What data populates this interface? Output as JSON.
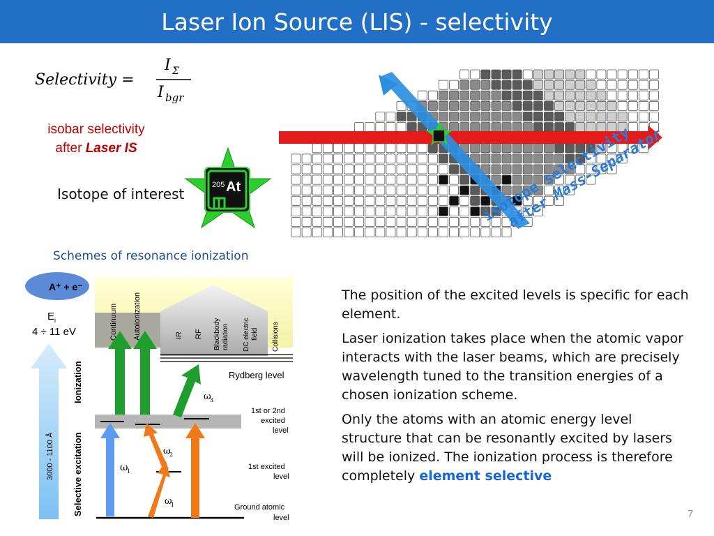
{
  "header": {
    "title": "Laser Ion Source (LIS) - selectivity"
  },
  "formula": {
    "lhs": "Selectivity =",
    "numerator": "I",
    "numerator_sub": "Σ",
    "denominator": "I",
    "denominator_sub": "bgr"
  },
  "isobar_label": {
    "line1": "isobar selectivity",
    "line2_prefix": "after ",
    "line2_emph": "Laser IS"
  },
  "isotope_interest": {
    "label": "Isotope of interest",
    "mass": "205",
    "element": "At"
  },
  "rotated_note": {
    "line1": "isotope selectivity",
    "line2_prefix": "after ",
    "line2_emph": "Mass-Separator"
  },
  "schemes_title": "Schemes of resonance ionization",
  "scheme": {
    "ion_label": "A⁺ + e⁻",
    "ei_label": "E",
    "ei_sub": "i",
    "ei_range": "4 ÷ 11 eV",
    "wavelength": "3000 - 1100 Å",
    "ionization": "Ionization",
    "selective": "Selective excitation",
    "continuum": "Continuum",
    "autoionization": "Autoionization",
    "ir": "IR",
    "rf": "RF",
    "blackbody1": "Blackbody",
    "blackbody2": "radiation",
    "dc1": "DC electric",
    "dc2": "field",
    "collisions": "Collisions",
    "rydberg": "Rydberg level",
    "second1": "1st or 2nd",
    "second2": "excited",
    "second3": "level",
    "first1": "1st excited",
    "first2": "level",
    "ground1": "Ground atomic",
    "ground2": "level",
    "omega1_left": "ω",
    "omega1_left_sub": "1",
    "omega2": "ω",
    "omega2_sub": "2",
    "omega3": "ω",
    "omega3_sub": "3",
    "omega1_right": "ω",
    "omega1_right_sub": "1"
  },
  "paragraphs": {
    "p1": "The position of the excited levels is specific for each element.",
    "p2": "Laser ionization takes place when the atomic vapor interacts with the laser beams, which are precisely wavelength tuned to the transition energies of a chosen ionization scheme.",
    "p3_text": "Only the atoms with an atomic energy level structure that can be resonantly excited by lasers will be ionized. The ionization process is therefore completely ",
    "p3_emph": "element selective"
  },
  "colors": {
    "header": "#2170c5",
    "red_arrow": "#e31b1b",
    "blue_arrow": "#2b8fe0",
    "star": "#2bd12b",
    "green_arrow": "#1e9e2c",
    "orange_arrow": "#f07a1a",
    "blue_excitation": "#5b9bf0"
  },
  "page_number": "7"
}
